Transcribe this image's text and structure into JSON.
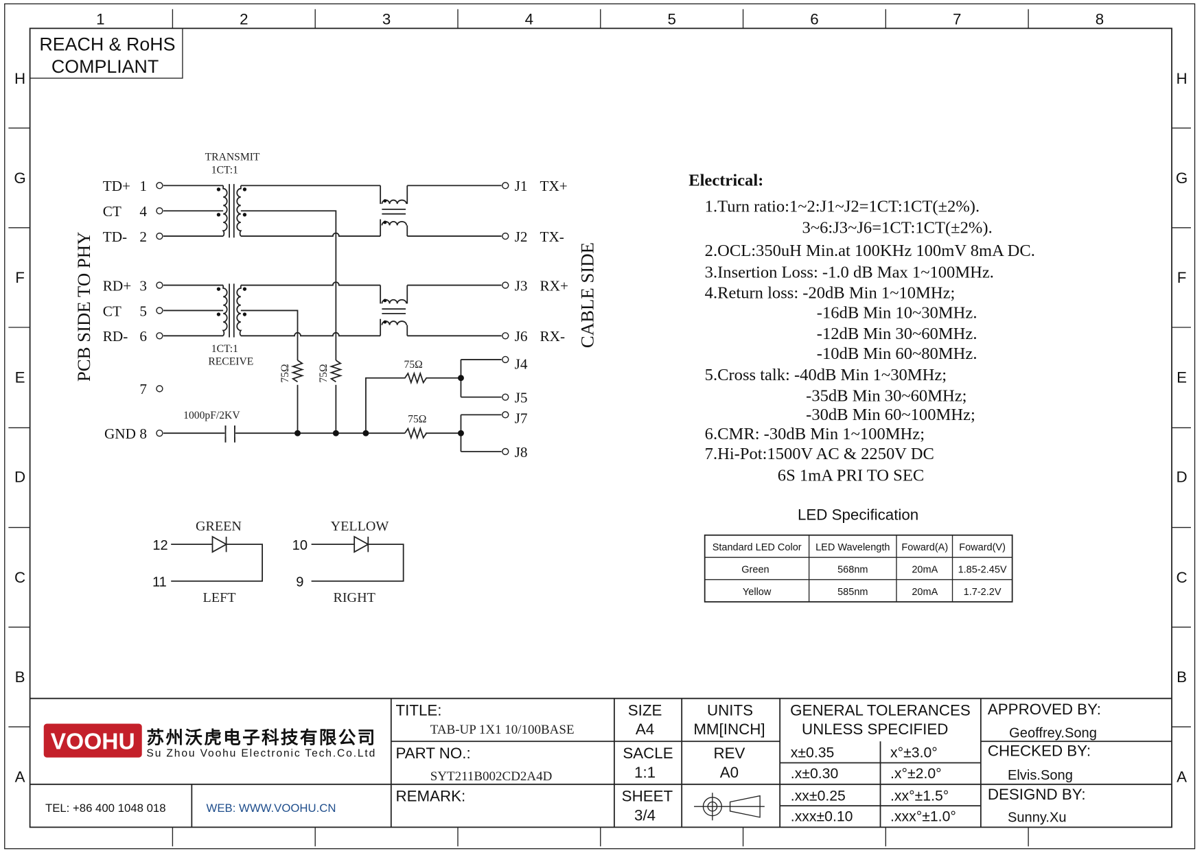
{
  "frame": {
    "columns": [
      "1",
      "2",
      "3",
      "4",
      "5",
      "6",
      "7",
      "8"
    ],
    "rows": [
      "H",
      "G",
      "F",
      "E",
      "D",
      "C",
      "B",
      "A"
    ]
  },
  "compliance": {
    "line1": "REACH & RoHS",
    "line2": "COMPLIANT"
  },
  "schematic": {
    "side_left": "PCB SIDE TO PHY",
    "side_right": "CABLE SIDE",
    "transmit_label": "TRANSMIT",
    "transmit_ratio": "1CT:1",
    "receive_ratio": "1CT:1",
    "receive_label": "RECEIVE",
    "capacitor": "1000pF/2KV",
    "resistor": "75Ω",
    "left_pins": [
      {
        "name": "TD+",
        "num": "1"
      },
      {
        "name": "CT",
        "num": "4"
      },
      {
        "name": "TD-",
        "num": "2"
      },
      {
        "name": "RD+",
        "num": "3"
      },
      {
        "name": "CT",
        "num": "5"
      },
      {
        "name": "RD-",
        "num": "6"
      },
      {
        "name": "",
        "num": "7"
      },
      {
        "name": "GND",
        "num": "8"
      }
    ],
    "right_pins": [
      {
        "name": "J1",
        "signal": "TX+"
      },
      {
        "name": "J2",
        "signal": "TX-"
      },
      {
        "name": "J3",
        "signal": "RX+"
      },
      {
        "name": "J6",
        "signal": "RX-"
      },
      {
        "name": "J4",
        "signal": ""
      },
      {
        "name": "J5",
        "signal": ""
      },
      {
        "name": "J7",
        "signal": ""
      },
      {
        "name": "J8",
        "signal": ""
      }
    ]
  },
  "leds": {
    "left": {
      "color": "GREEN",
      "pin_a": "12",
      "pin_b": "11",
      "position": "LEFT"
    },
    "right": {
      "color": "YELLOW",
      "pin_a": "10",
      "pin_b": "9",
      "position": "RIGHT"
    }
  },
  "electrical": {
    "heading": "Electrical:",
    "lines": [
      "1.Turn ratio:1~2:J1~J2=1CT:1CT(±2%).",
      "3~6:J3~J6=1CT:1CT(±2%).",
      "2.OCL:350uH Min.at 100KHz 100mV 8mA DC.",
      "3.Insertion Loss: -1.0 dB Max 1~100MHz.",
      "4.Return loss: -20dB Min 1~10MHz;",
      "-16dB Min 10~30MHz.",
      "-12dB Min 30~60MHz.",
      "-10dB Min 60~80MHz.",
      "5.Cross talk: -40dB Min 1~30MHz;",
      "-35dB Min 30~60MHz;",
      "-30dB Min 60~100MHz;",
      "6.CMR: -30dB Min 1~100MHz;",
      "7.Hi-Pot:1500V AC & 2250V DC",
      "6S 1mA PRI TO SEC"
    ]
  },
  "led_spec": {
    "title": "LED Specification",
    "headers": [
      "Standard LED Color",
      "LED Wavelength",
      "Foward(A)",
      "Foward(V)"
    ],
    "rows": [
      [
        "Green",
        "568nm",
        "20mA",
        "1.85-2.45V"
      ],
      [
        "Yellow",
        "585nm",
        "20mA",
        "1.7-2.2V"
      ]
    ]
  },
  "title_block": {
    "logo_text": "VOOHU",
    "company_cn": "苏州沃虎电子科技有限公司",
    "company_en": "Su Zhou Voohu Electronic Tech.Co.Ltd",
    "tel": "TEL: +86 400 1048 018",
    "web": "WEB: WWW.VOOHU.CN",
    "title_label": "TITLE:",
    "title_value": "TAB-UP 1X1 10/100BASE",
    "part_label": "PART NO.:",
    "part_value": "SYT211B002CD2A4D",
    "remark_label": "REMARK:",
    "size_label": "SIZE",
    "size_value": "A4",
    "scale_label": "SACLE",
    "scale_value": "1:1",
    "sheet_label": "SHEET",
    "sheet_value": "3/4",
    "units_label": "UNITS",
    "units_value": "MM[INCH]",
    "rev_label": "REV",
    "rev_value": "A0",
    "tol_title1": "GENERAL TOLERANCES",
    "tol_title2": "UNLESS SPECIFIED",
    "tolerances": [
      [
        "x±0.35",
        "x°±3.0°"
      ],
      [
        ".x±0.30",
        ".x°±2.0°"
      ],
      [
        ".xx±0.25",
        ".xx°±1.5°"
      ],
      [
        ".xxx±0.10",
        ".xxx°±1.0°"
      ]
    ],
    "approved_label": "APPROVED BY:",
    "approved_value": "Geoffrey.Song",
    "checked_label": "CHECKED BY:",
    "checked_value": "Elvis.Song",
    "designed_label": "DESIGND BY:",
    "designed_value": "Sunny.Xu"
  },
  "colors": {
    "logo_red": "#c4202a",
    "web_blue": "#1f4e8c"
  }
}
